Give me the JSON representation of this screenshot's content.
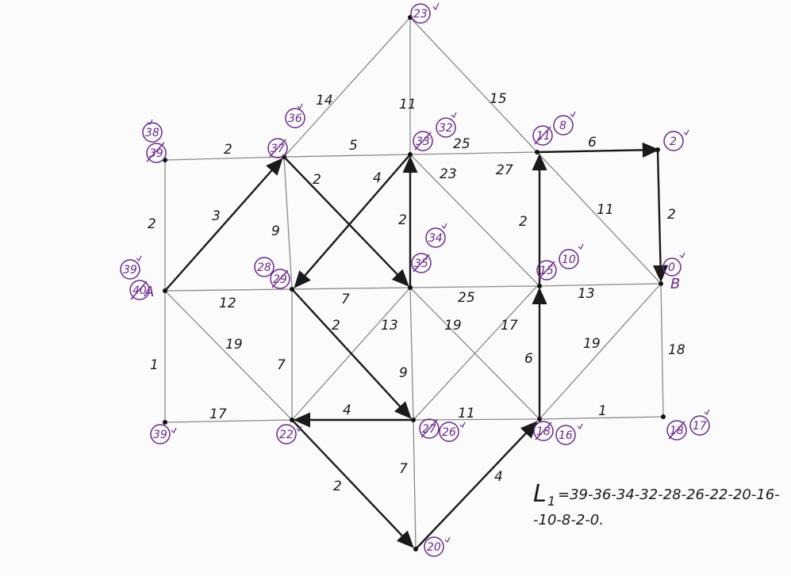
{
  "nodes": {
    "top": [
      "23"
    ],
    "left_top": [
      "38",
      "39"
    ],
    "n27_top": [
      "36",
      "37"
    ],
    "n33": [
      "33",
      "32"
    ],
    "n11": [
      "11",
      "8"
    ],
    "n2": [
      "2"
    ],
    "A": [
      "39",
      "40"
    ],
    "n29": [
      "28",
      "29"
    ],
    "n35": [
      "34",
      "35"
    ],
    "n15": [
      "15",
      "10"
    ],
    "B": [
      "0"
    ],
    "bottom_left": [
      "39"
    ],
    "n22": [
      "22"
    ],
    "n27_bot": [
      "27",
      "26"
    ],
    "n18": [
      "18",
      "16"
    ],
    "n18_right": [
      "18",
      "17"
    ],
    "n20": [
      "20"
    ]
  },
  "letters": {
    "A": "A",
    "B": "B"
  },
  "weights": [
    "2",
    "14",
    "5",
    "11",
    "25",
    "15",
    "6",
    "2",
    "3",
    "9",
    "2",
    "4",
    "2",
    "23",
    "27",
    "2",
    "11",
    "2",
    "12",
    "7",
    "25",
    "13",
    "1",
    "19",
    "7",
    "2",
    "13",
    "19",
    "17",
    "6",
    "19",
    "18",
    "17",
    "4",
    "9",
    "11",
    "1",
    "2",
    "7",
    "4"
  ],
  "path_label": "L",
  "path_subscript": "1",
  "path_line1": "=39-36-34-32-28-26-22-20-16-",
  "path_line2": "-10-8-2-0."
}
